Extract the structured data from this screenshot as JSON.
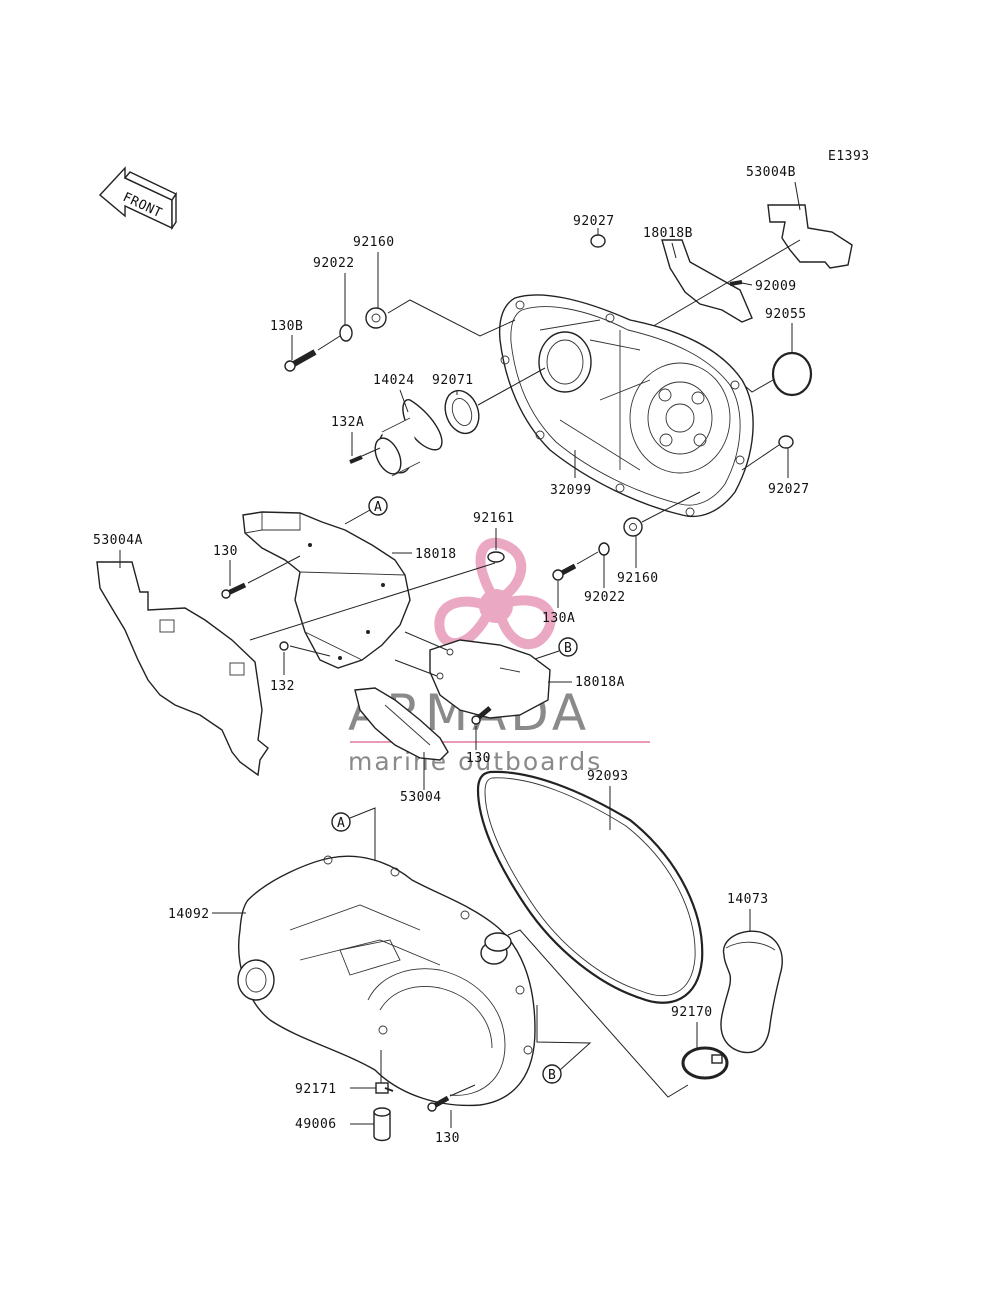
{
  "diagram_code": "E1393",
  "front_label": "FRONT",
  "watermark": {
    "brand": "ARMADA",
    "tagline": "marine outboards",
    "accent_color": "#e89ab8",
    "text_color": "#8a8a8a"
  },
  "callouts": {
    "A": "A",
    "B": "B"
  },
  "part_labels": [
    "53004B",
    "92027",
    "18018B",
    "92009",
    "92160",
    "92022",
    "130B",
    "92055",
    "92071",
    "14024",
    "132A",
    "32099",
    "92027",
    "92161",
    "18018",
    "130",
    "53004A",
    "92160",
    "92022",
    "130A",
    "132",
    "18018A",
    "130",
    "53004",
    "92093",
    "14092",
    "14073",
    "92170",
    "92171",
    "49006",
    "130"
  ]
}
